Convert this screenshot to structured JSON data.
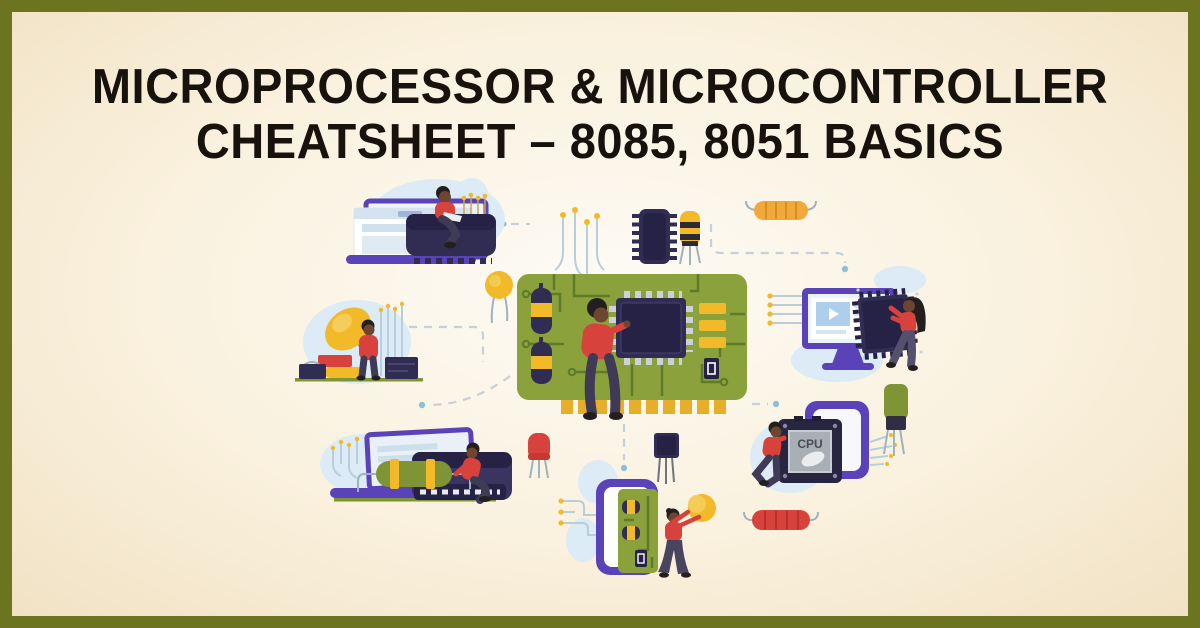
{
  "banner": {
    "title_line1": "MICROPROCESSOR & MICROCONTROLLER",
    "title_line2": "CHEATSHEET – 8085, 8051 BASICS"
  },
  "illustration": {
    "cpu_chip_label": "CPU",
    "scene": "people-assembling-microprocessor-and-microcontroller-parts",
    "elements": [
      "laptop-with-ic-chip-and-seated-person",
      "circuit-trace-lines",
      "dip-ic-chip",
      "striped-capacitor",
      "yellow-resistor",
      "disc-capacitor",
      "central-pcb-with-qfp-chip-and-person",
      "monitor-with-video-player",
      "woman-carrying-qfp-chip",
      "cpu-module-with-running-man",
      "green-capacitor",
      "red-resistor",
      "red-led",
      "transistor",
      "smartphone-pcb-with-woman-and-balloon",
      "laptop-with-memory-module-and-kneeling-person",
      "engineer-with-mallet-and-components",
      "dashed-connection-lines"
    ]
  },
  "colors": {
    "frame_olive": "#6c7420",
    "frame_olive_dark": "#575f16",
    "background_cream": "#f1e2c4",
    "background_center": "#fdfbf5",
    "title_text": "#17120c",
    "pcb_green": "#8ba23c",
    "pcb_trace": "#5e7c28",
    "chip_navy": "#312d52",
    "chip_navy_dark": "#262245",
    "accent_purple": "#5a43b8",
    "accent_red": "#d8423c",
    "accent_yellow": "#f2b929",
    "accent_orange": "#f2a93c",
    "light_blue": "#dcebf5",
    "trace_blue": "#b9cedd",
    "olive_component": "#7f9434",
    "teal_dot": "#8fc0d4",
    "skin": "#6e4630",
    "hair": "#241f1f"
  }
}
